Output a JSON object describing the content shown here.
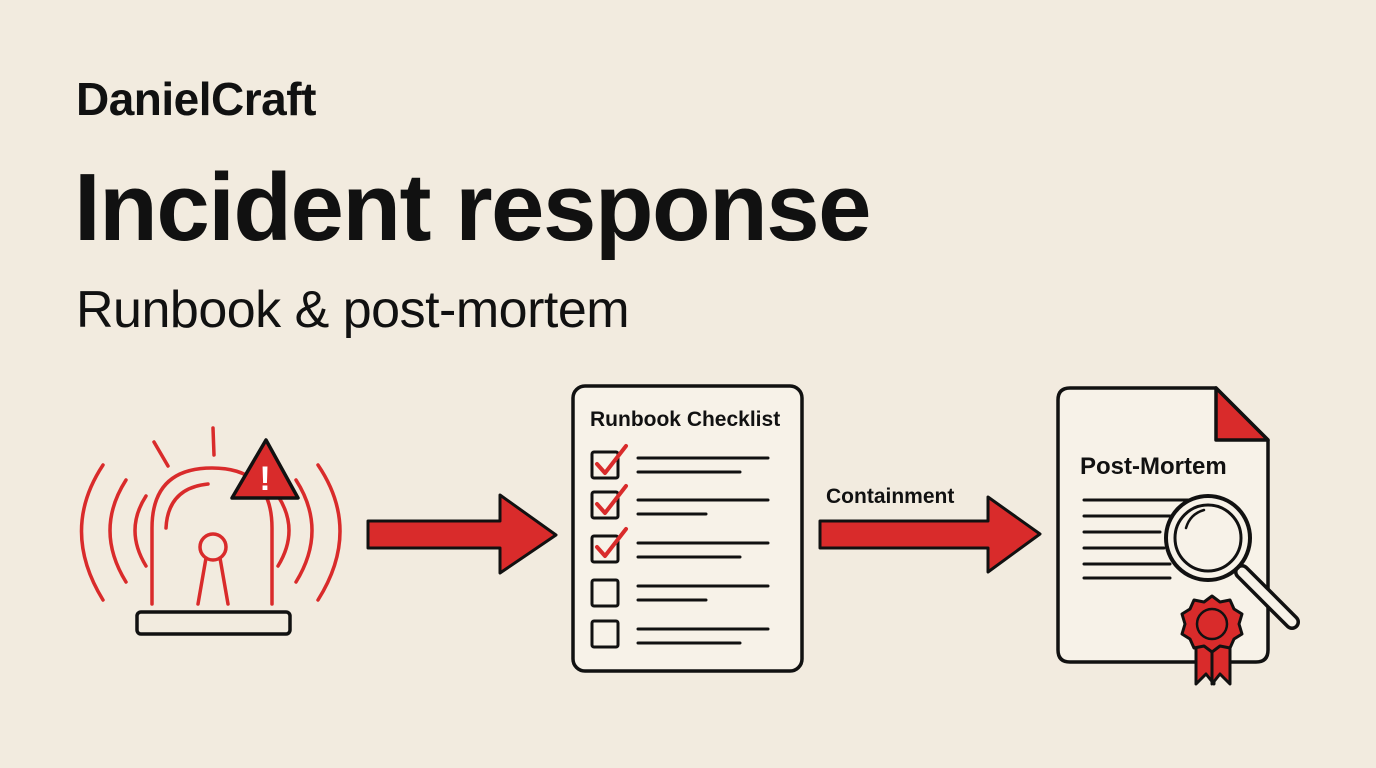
{
  "brand": "DanielCraft",
  "title": "Incident response",
  "subtitle": "Runbook & post-mortem",
  "diagram": {
    "checklist_title": "Runbook Checklist",
    "edge_label": "Containment",
    "report_title": "Post-Mortem",
    "alert_symbol": "!",
    "checklist_items_checked": [
      true,
      true,
      true,
      false,
      false
    ],
    "icons": [
      "siren-icon",
      "warning-triangle-icon",
      "checklist-icon",
      "document-icon",
      "magnifier-icon",
      "ribbon-seal-icon",
      "arrow-right-icon"
    ]
  },
  "colors": {
    "accent": "#d92b2b",
    "ink": "#111111",
    "background": "#f2ebdf",
    "paper": "#f7f2e8"
  }
}
